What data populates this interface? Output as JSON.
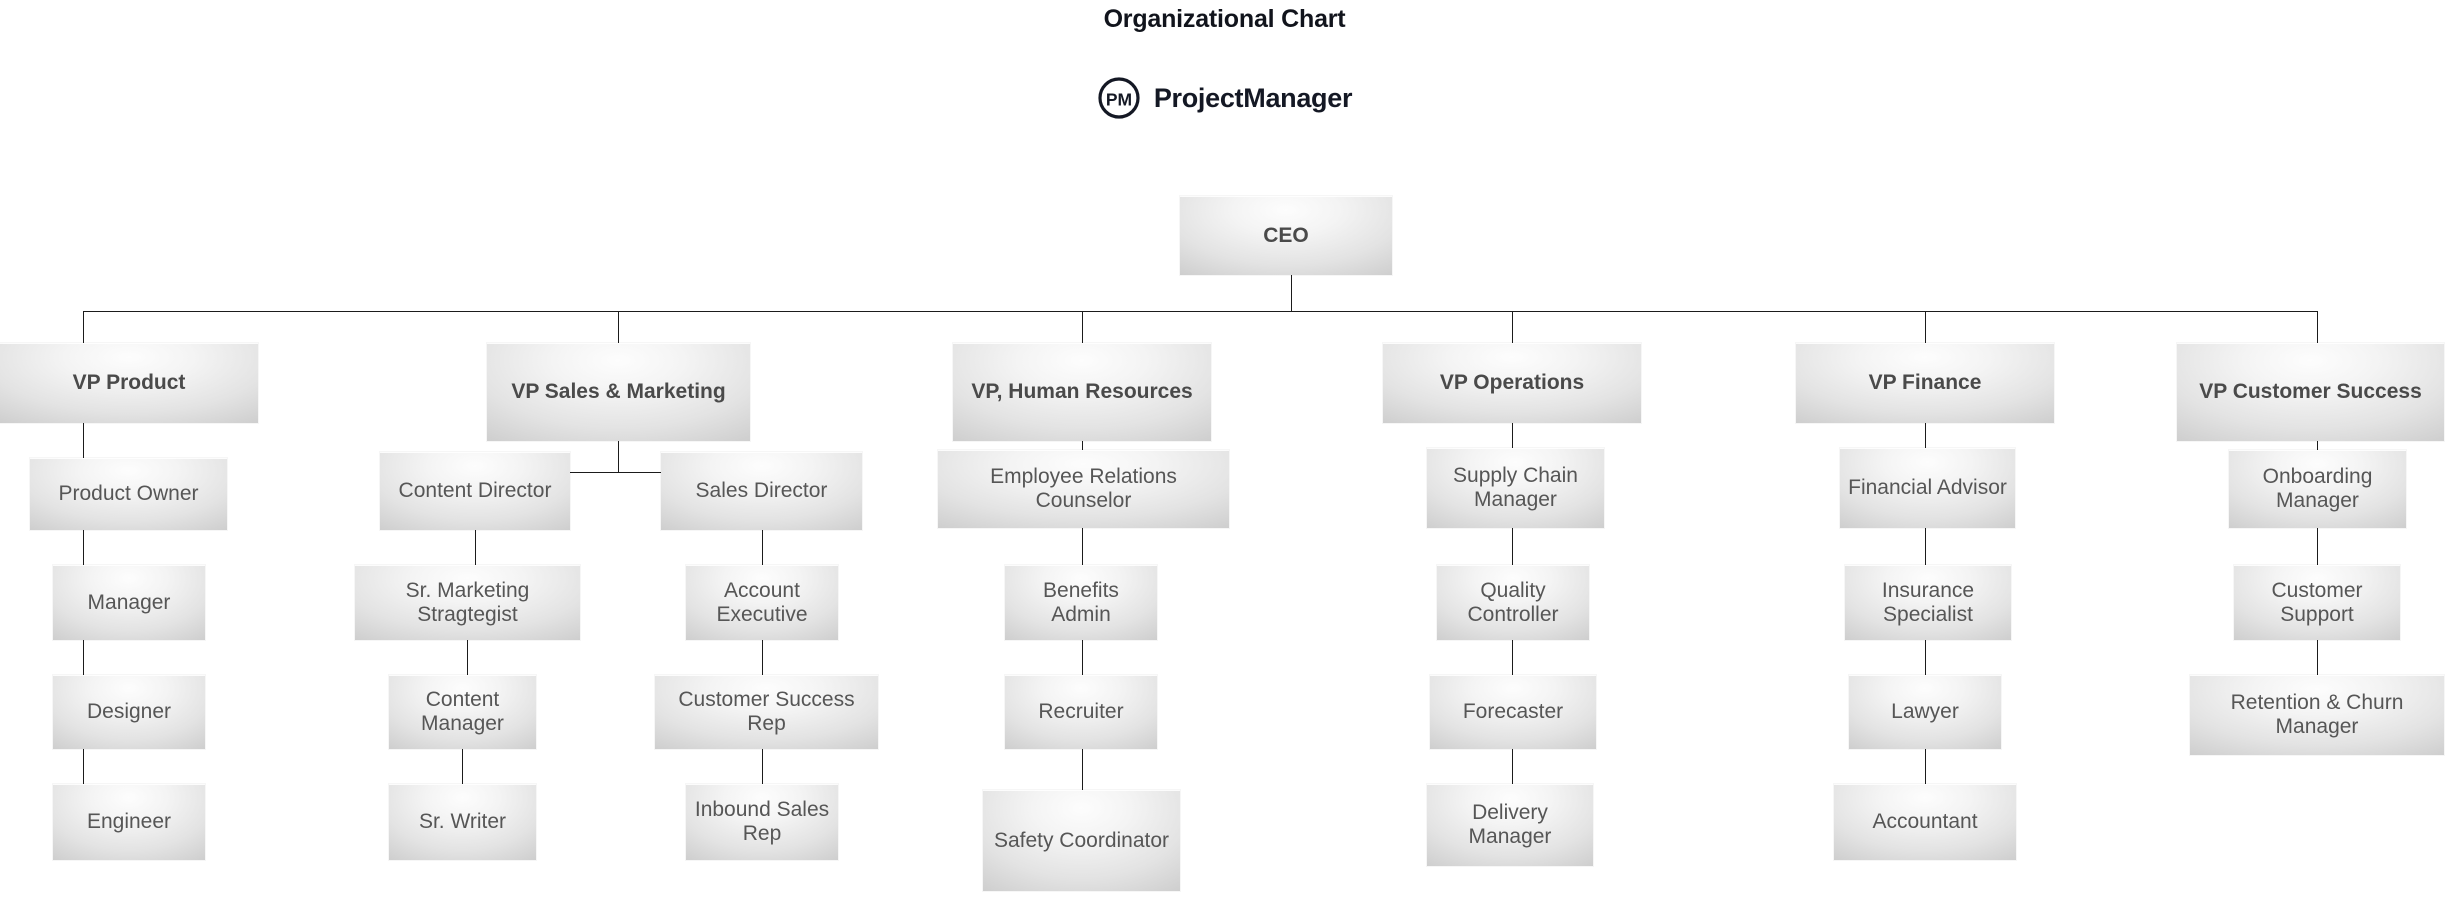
{
  "header": {
    "title": "Organizational Chart",
    "brand_name": "ProjectManager",
    "brand_mark_text": "PM",
    "brand_mark_icon": "pm-circle-logo-icon"
  },
  "theme": {
    "background": "#ffffff",
    "title_color": "#11141c",
    "brand_color": "#141824",
    "node_text_color": "#565656",
    "node_heading_color": "#4a4a4a",
    "connector_color": "#1b1b1b",
    "node_fill_light": "#fdfdfd",
    "node_fill_dark": "#c4c4c4"
  },
  "chart_data": {
    "type": "diagram",
    "subtype": "org-chart",
    "title": "Organizational Chart",
    "orientation": "top-down",
    "root": "CEO",
    "node_count": 33,
    "depth": 6,
    "nodes": [
      {
        "id": "ceo",
        "label": "CEO",
        "level": 0,
        "parent": null
      },
      {
        "id": "vp_product",
        "label": "VP Product",
        "level": 1,
        "parent": "ceo"
      },
      {
        "id": "product_owner",
        "label": "Product Owner",
        "level": 2,
        "parent": "vp_product"
      },
      {
        "id": "manager",
        "label": "Manager",
        "level": 3,
        "parent": "product_owner"
      },
      {
        "id": "designer",
        "label": "Designer",
        "level": 4,
        "parent": "manager"
      },
      {
        "id": "engineer",
        "label": "Engineer",
        "level": 5,
        "parent": "designer"
      },
      {
        "id": "vp_sales_marketing",
        "label": "VP Sales & Marketing",
        "level": 1,
        "parent": "ceo"
      },
      {
        "id": "content_director",
        "label": "Content Director",
        "level": 2,
        "parent": "vp_sales_marketing"
      },
      {
        "id": "sr_marketing_stragtegist",
        "label": "Sr. Marketing Stragtegist",
        "level": 3,
        "parent": "content_director"
      },
      {
        "id": "content_manager",
        "label": "Content Manager",
        "level": 4,
        "parent": "sr_marketing_stragtegist"
      },
      {
        "id": "sr_writer",
        "label": "Sr. Writer",
        "level": 5,
        "parent": "content_manager"
      },
      {
        "id": "sales_director",
        "label": "Sales Director",
        "level": 2,
        "parent": "vp_sales_marketing"
      },
      {
        "id": "account_executive",
        "label": "Account Executive",
        "level": 3,
        "parent": "sales_director"
      },
      {
        "id": "customer_success_rep",
        "label": "Customer Success Rep",
        "level": 4,
        "parent": "account_executive"
      },
      {
        "id": "inbound_sales_rep",
        "label": "Inbound Sales Rep",
        "level": 5,
        "parent": "customer_success_rep"
      },
      {
        "id": "vp_hr",
        "label": "VP, Human Resources",
        "level": 1,
        "parent": "ceo"
      },
      {
        "id": "employee_relations_counselor",
        "label": "Employee Relations Counselor",
        "level": 2,
        "parent": "vp_hr"
      },
      {
        "id": "benefits_admin",
        "label": "Benefits Admin",
        "level": 3,
        "parent": "employee_relations_counselor"
      },
      {
        "id": "recruiter",
        "label": "Recruiter",
        "level": 4,
        "parent": "benefits_admin"
      },
      {
        "id": "safety_coordinator",
        "label": "Safety Coordinator",
        "level": 5,
        "parent": "recruiter"
      },
      {
        "id": "vp_operations",
        "label": "VP Operations",
        "level": 1,
        "parent": "ceo"
      },
      {
        "id": "supply_chain_manager",
        "label": "Supply Chain Manager",
        "level": 2,
        "parent": "vp_operations"
      },
      {
        "id": "quality_controller",
        "label": "Quality Controller",
        "level": 3,
        "parent": "supply_chain_manager"
      },
      {
        "id": "forecaster",
        "label": "Forecaster",
        "level": 4,
        "parent": "quality_controller"
      },
      {
        "id": "delivery_manager",
        "label": "Delivery Manager",
        "level": 5,
        "parent": "forecaster"
      },
      {
        "id": "vp_finance",
        "label": "VP Finance",
        "level": 1,
        "parent": "ceo"
      },
      {
        "id": "financial_advisor",
        "label": "Financial Advisor",
        "level": 2,
        "parent": "vp_finance"
      },
      {
        "id": "insurance_specialist",
        "label": "Insurance Specialist",
        "level": 3,
        "parent": "financial_advisor"
      },
      {
        "id": "lawyer",
        "label": "Lawyer",
        "level": 4,
        "parent": "insurance_specialist"
      },
      {
        "id": "accountant",
        "label": "Accountant",
        "level": 5,
        "parent": "lawyer"
      },
      {
        "id": "vp_customer_success",
        "label": "VP Customer Success",
        "level": 1,
        "parent": "ceo"
      },
      {
        "id": "onboarding_manager",
        "label": "Onboarding Manager",
        "level": 2,
        "parent": "vp_customer_success"
      },
      {
        "id": "customer_support",
        "label": "Customer Support",
        "level": 3,
        "parent": "onboarding_manager"
      },
      {
        "id": "retention_churn_manager",
        "label": "Retention & Churn Manager",
        "level": 4,
        "parent": "customer_support"
      }
    ],
    "edges": [
      [
        "ceo",
        "vp_product"
      ],
      [
        "ceo",
        "vp_sales_marketing"
      ],
      [
        "ceo",
        "vp_hr"
      ],
      [
        "ceo",
        "vp_operations"
      ],
      [
        "ceo",
        "vp_finance"
      ],
      [
        "ceo",
        "vp_customer_success"
      ],
      [
        "vp_product",
        "product_owner"
      ],
      [
        "product_owner",
        "manager"
      ],
      [
        "manager",
        "designer"
      ],
      [
        "designer",
        "engineer"
      ],
      [
        "vp_sales_marketing",
        "content_director"
      ],
      [
        "vp_sales_marketing",
        "sales_director"
      ],
      [
        "content_director",
        "sr_marketing_stragtegist"
      ],
      [
        "sr_marketing_stragtegist",
        "content_manager"
      ],
      [
        "content_manager",
        "sr_writer"
      ],
      [
        "sales_director",
        "account_executive"
      ],
      [
        "account_executive",
        "customer_success_rep"
      ],
      [
        "customer_success_rep",
        "inbound_sales_rep"
      ],
      [
        "vp_hr",
        "employee_relations_counselor"
      ],
      [
        "employee_relations_counselor",
        "benefits_admin"
      ],
      [
        "benefits_admin",
        "recruiter"
      ],
      [
        "recruiter",
        "safety_coordinator"
      ],
      [
        "vp_operations",
        "supply_chain_manager"
      ],
      [
        "supply_chain_manager",
        "quality_controller"
      ],
      [
        "quality_controller",
        "forecaster"
      ],
      [
        "forecaster",
        "delivery_manager"
      ],
      [
        "vp_finance",
        "financial_advisor"
      ],
      [
        "financial_advisor",
        "insurance_specialist"
      ],
      [
        "insurance_specialist",
        "lawyer"
      ],
      [
        "lawyer",
        "accountant"
      ],
      [
        "vp_customer_success",
        "onboarding_manager"
      ],
      [
        "onboarding_manager",
        "customer_support"
      ],
      [
        "customer_support",
        "retention_churn_manager"
      ]
    ]
  }
}
